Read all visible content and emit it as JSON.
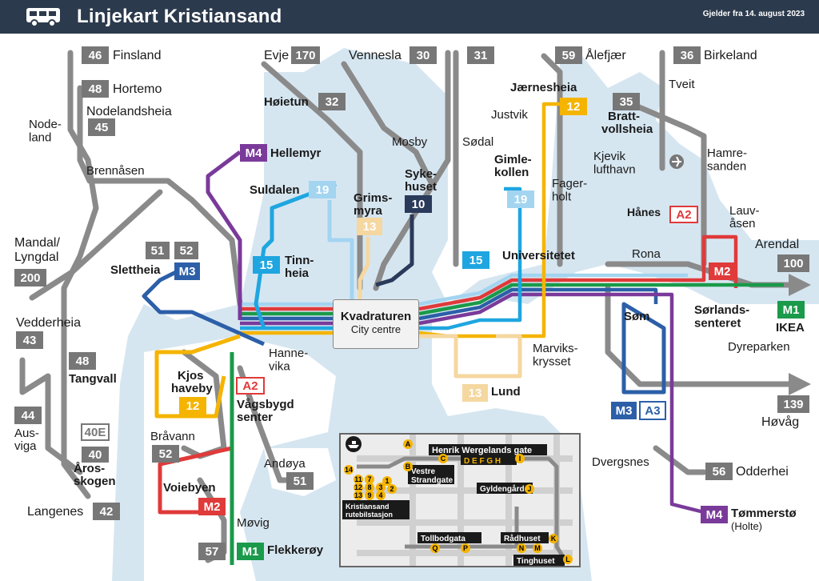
{
  "header": {
    "title": "Linjekart Kristiansand",
    "valid_from": "Gjelder fra 14. august 2023",
    "logo_icon": "bus-icon"
  },
  "colors": {
    "header_bg": "#2c3a4d",
    "water": "#d6e6f1",
    "land": "#ffffff",
    "grey_route": "#8a8a8a",
    "m1_green": "#1a9a4a",
    "m2_red": "#e03a3a",
    "m3_blue": "#2c5fa8",
    "m4_purple": "#7a3a9a",
    "line12_yellow": "#f5b400",
    "line13_sand": "#f5d7a0",
    "line15_cyan": "#1fa6e0",
    "line19_lightblue": "#a3d4f0",
    "line10_navy": "#2a3a5a"
  },
  "centre": {
    "name": "Kvadraturen",
    "subtitle": "City centre"
  },
  "routes": [
    {
      "number": "46",
      "destination": "Finsland"
    },
    {
      "number": "48",
      "destination": "Hortemo"
    },
    {
      "number": "45",
      "destination": "Nodelandsheia"
    },
    {
      "number": "170",
      "destination": "Evje"
    },
    {
      "number": "30",
      "destination": "Vennesla"
    },
    {
      "number": "31",
      "destination": ""
    },
    {
      "number": "59",
      "destination": "Ålefjær"
    },
    {
      "number": "36",
      "destination": "Birkeland"
    },
    {
      "number": "32",
      "destination": "Høietun"
    },
    {
      "number": "12",
      "destination": "Jærnesheia"
    },
    {
      "number": "35",
      "destination": "Brattvollsheia"
    },
    {
      "number": "M4",
      "destination": "Hellemyr"
    },
    {
      "number": "19",
      "destination": "Suldalen"
    },
    {
      "number": "13",
      "destination": "Grimsmyra"
    },
    {
      "number": "10",
      "destination": "Sykehuset"
    },
    {
      "number": "19",
      "destination": "Gimlekollen"
    },
    {
      "number": "A2",
      "destination": "Hånes"
    },
    {
      "number": "15",
      "destination": "Tinnheia"
    },
    {
      "number": "15",
      "destination": "Universitetet"
    },
    {
      "number": "M2",
      "destination": "Lauvåsen"
    },
    {
      "number": "100",
      "destination": "Arendal"
    },
    {
      "number": "M1",
      "destination": "IKEA"
    },
    {
      "number": "200",
      "destination": "Mandal/ Lyngdal"
    },
    {
      "number": "43",
      "destination": "Vedderheia"
    },
    {
      "number": "48",
      "destination": "Tangvall"
    },
    {
      "number": "44",
      "destination": "Ausviga"
    },
    {
      "number": "40E",
      "destination": ""
    },
    {
      "number": "40",
      "destination": "Åros-skogen"
    },
    {
      "number": "42",
      "destination": "Langenes"
    },
    {
      "number": "M3",
      "destination": "Slettheia"
    },
    {
      "number": "12",
      "destination": "Kjos haveby"
    },
    {
      "number": "A2",
      "destination": "Vågsbygd senter"
    },
    {
      "number": "52",
      "destination": "Bråvann"
    },
    {
      "number": "51",
      "destination": "Andøya"
    },
    {
      "number": "M2",
      "destination": "Voiebyen"
    },
    {
      "number": "57",
      "destination": ""
    },
    {
      "number": "M1",
      "destination": "Flekkerøy"
    },
    {
      "number": "13",
      "destination": "Lund"
    },
    {
      "number": "M3",
      "destination": "Søm"
    },
    {
      "number": "A3",
      "destination": ""
    },
    {
      "number": "139",
      "destination": "Høvåg"
    },
    {
      "number": "56",
      "destination": "Odderhei"
    },
    {
      "number": "M4",
      "destination": "Tømmerstø"
    }
  ],
  "labels": {
    "nodeland": "Node-\nland",
    "brennasen": "Brennåsen",
    "mosby": "Mosby",
    "sodal": "Sødal",
    "justvik": "Justvik",
    "tveit": "Tveit",
    "kjevik": "Kjevik\nlufthavn",
    "hamresanden": "Hamre-\nsanden",
    "fagerholt": "Fager-\nholt",
    "rona": "Rona",
    "sorlandssenteret": "Sørlands-\nsenteret",
    "dyreparken": "Dyreparken",
    "hannevika": "Hanne-\nvika",
    "marvikskrysset": "Marviks-\nkrysset",
    "dvergsnes": "Dvergsnes",
    "movig": "Møvig",
    "holte": "(Holte)"
  },
  "inset": {
    "stops": [
      {
        "letter": "A",
        "name": ""
      },
      {
        "letter": "B",
        "name": "Vestre Strandgate"
      },
      {
        "letter": "C",
        "name": ""
      },
      {
        "letter": "J",
        "name": "Gyldengården"
      },
      {
        "letter": "K",
        "name": "Rådhuset"
      },
      {
        "letter": "L",
        "name": "Tinghuset"
      },
      {
        "letter": "Q",
        "name": ""
      },
      {
        "letter": "P",
        "name": ""
      }
    ],
    "henrik": "Henrik Wergelands gate",
    "henrik_letters": [
      "D",
      "E",
      "F",
      "G",
      "H",
      "I"
    ],
    "tollbod": "Tollbodgata",
    "tollbod_letters": [
      "Q",
      "P"
    ],
    "radhus_letters": [
      "N",
      "M",
      "K"
    ],
    "terminal": "Kristiansand rutebilstasjon",
    "platforms": [
      "14",
      "11",
      "7",
      "1",
      "12",
      "8",
      "3",
      "2",
      "13",
      "9",
      "4"
    ]
  }
}
